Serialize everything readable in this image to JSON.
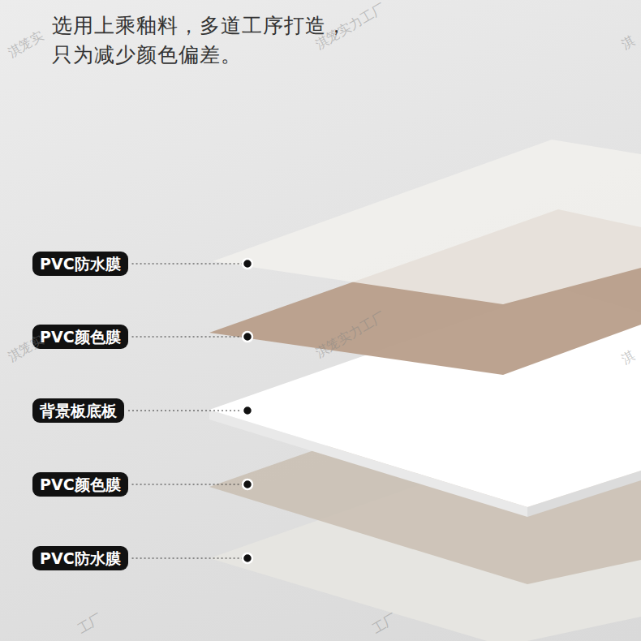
{
  "diagram": {
    "title": "选用上乘釉料，多道工序打造， 只为减少颜色偏差。",
    "nodes": [
      {
        "text": [
          "PVC防水膜"
        ]
      },
      {
        "text": [
          "PVC颜色膜"
        ]
      },
      {
        "text": [
          "背景板底板"
        ]
      },
      {
        "text": [
          "PVC颜色膜"
        ]
      },
      {
        "text": [
          "PVC防水膜"
        ]
      }
    ],
    "labels": [
      "淇笼实",
      "淇笼实力工厂",
      "淇",
      "淇笼实",
      "淇笼实力工厂",
      "淇",
      "工厂",
      "工厂"
    ]
  }
}
